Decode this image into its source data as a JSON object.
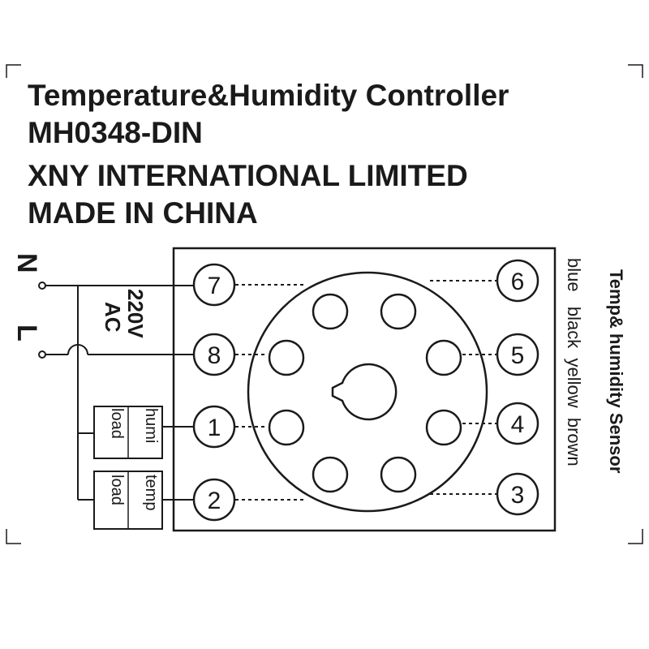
{
  "header": {
    "title": "Temperature&Humidity Controller",
    "model": "MH0348-DIN",
    "company": "XNY INTERNATIONAL LIMITED",
    "origin": "MADE IN CHINA"
  },
  "terminals": {
    "t7": "7",
    "t8": "8",
    "t1": "1",
    "t2": "2",
    "t6": "6",
    "t5": "5",
    "t4": "4",
    "t3": "3"
  },
  "power": {
    "neutral": "N",
    "line": "L",
    "voltage": "220V",
    "type": "AC"
  },
  "loads": {
    "humi_top": "humi",
    "humi_bottom": "load",
    "temp_top": "temp",
    "temp_bottom": "load"
  },
  "sensor": {
    "title": "Temp& humidity Sensor",
    "wire_colors": "blue   black  yellow  brown"
  },
  "colors": {
    "ink": "#1a1a1a",
    "background": "#ffffff"
  }
}
